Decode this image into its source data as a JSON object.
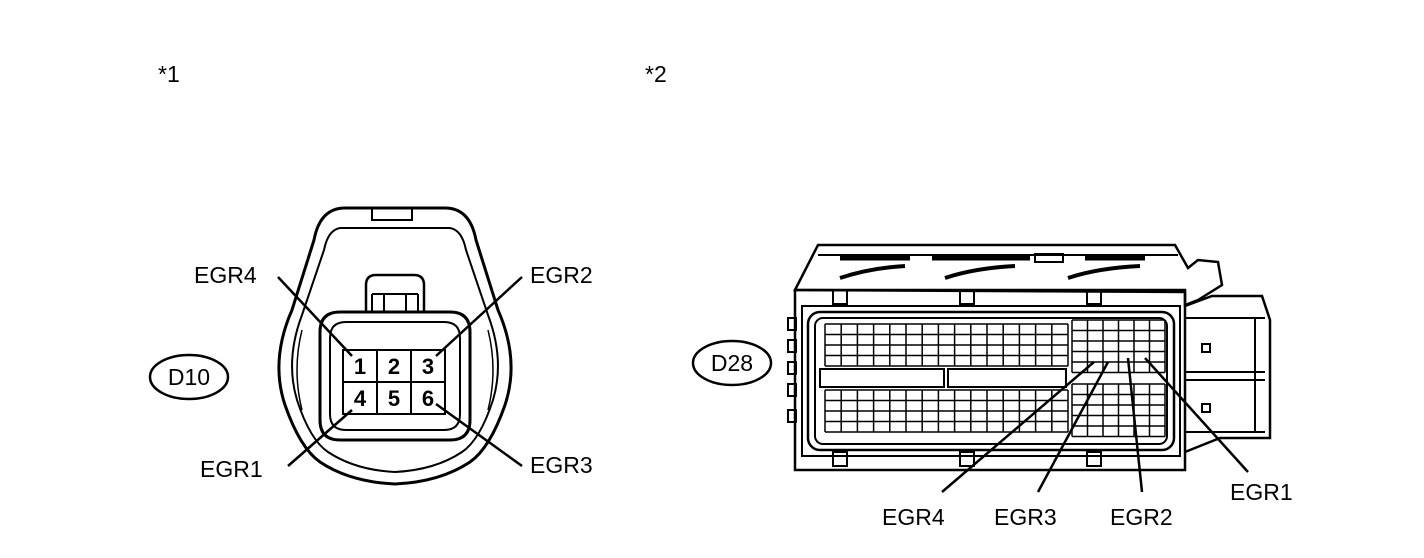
{
  "markers": {
    "left": "*1",
    "right": "*2"
  },
  "connectors": {
    "left": {
      "id": "D10",
      "pins": [
        "1",
        "2",
        "3",
        "4",
        "5",
        "6"
      ],
      "callouts": {
        "pin1": "EGR4",
        "pin3": "EGR2",
        "pin4": "EGR1",
        "pin6": "EGR3"
      }
    },
    "right": {
      "id": "D28",
      "callouts": [
        "EGR4",
        "EGR3",
        "EGR2",
        "EGR1"
      ]
    }
  }
}
